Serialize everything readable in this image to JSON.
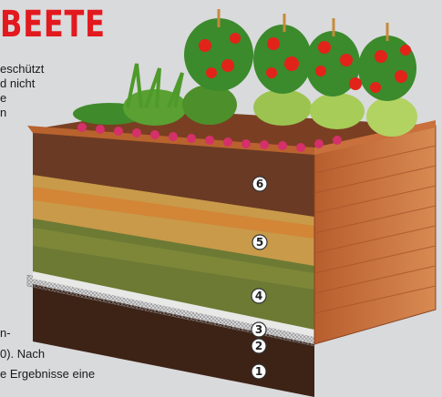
{
  "title": "BEETE",
  "left_text_top": [
    "eschützt",
    "d nicht",
    "e",
    "n"
  ],
  "left_text_bottom": [
    "n-",
    "0). Nach",
    "e Ergebnisse eine"
  ],
  "layers": [
    {
      "number": "1"
    },
    {
      "number": "2"
    },
    {
      "number": "3"
    },
    {
      "number": "4"
    },
    {
      "number": "5"
    },
    {
      "number": "6"
    }
  ],
  "colors": {
    "title": "#e2191e",
    "wood": "#c9703c",
    "soil_top": "#6a3a24",
    "compost": "#c89a4a",
    "grass_layer": "#6c7a34",
    "mesh": "#cfcfcf",
    "bottom_soil": "#3d2216"
  }
}
